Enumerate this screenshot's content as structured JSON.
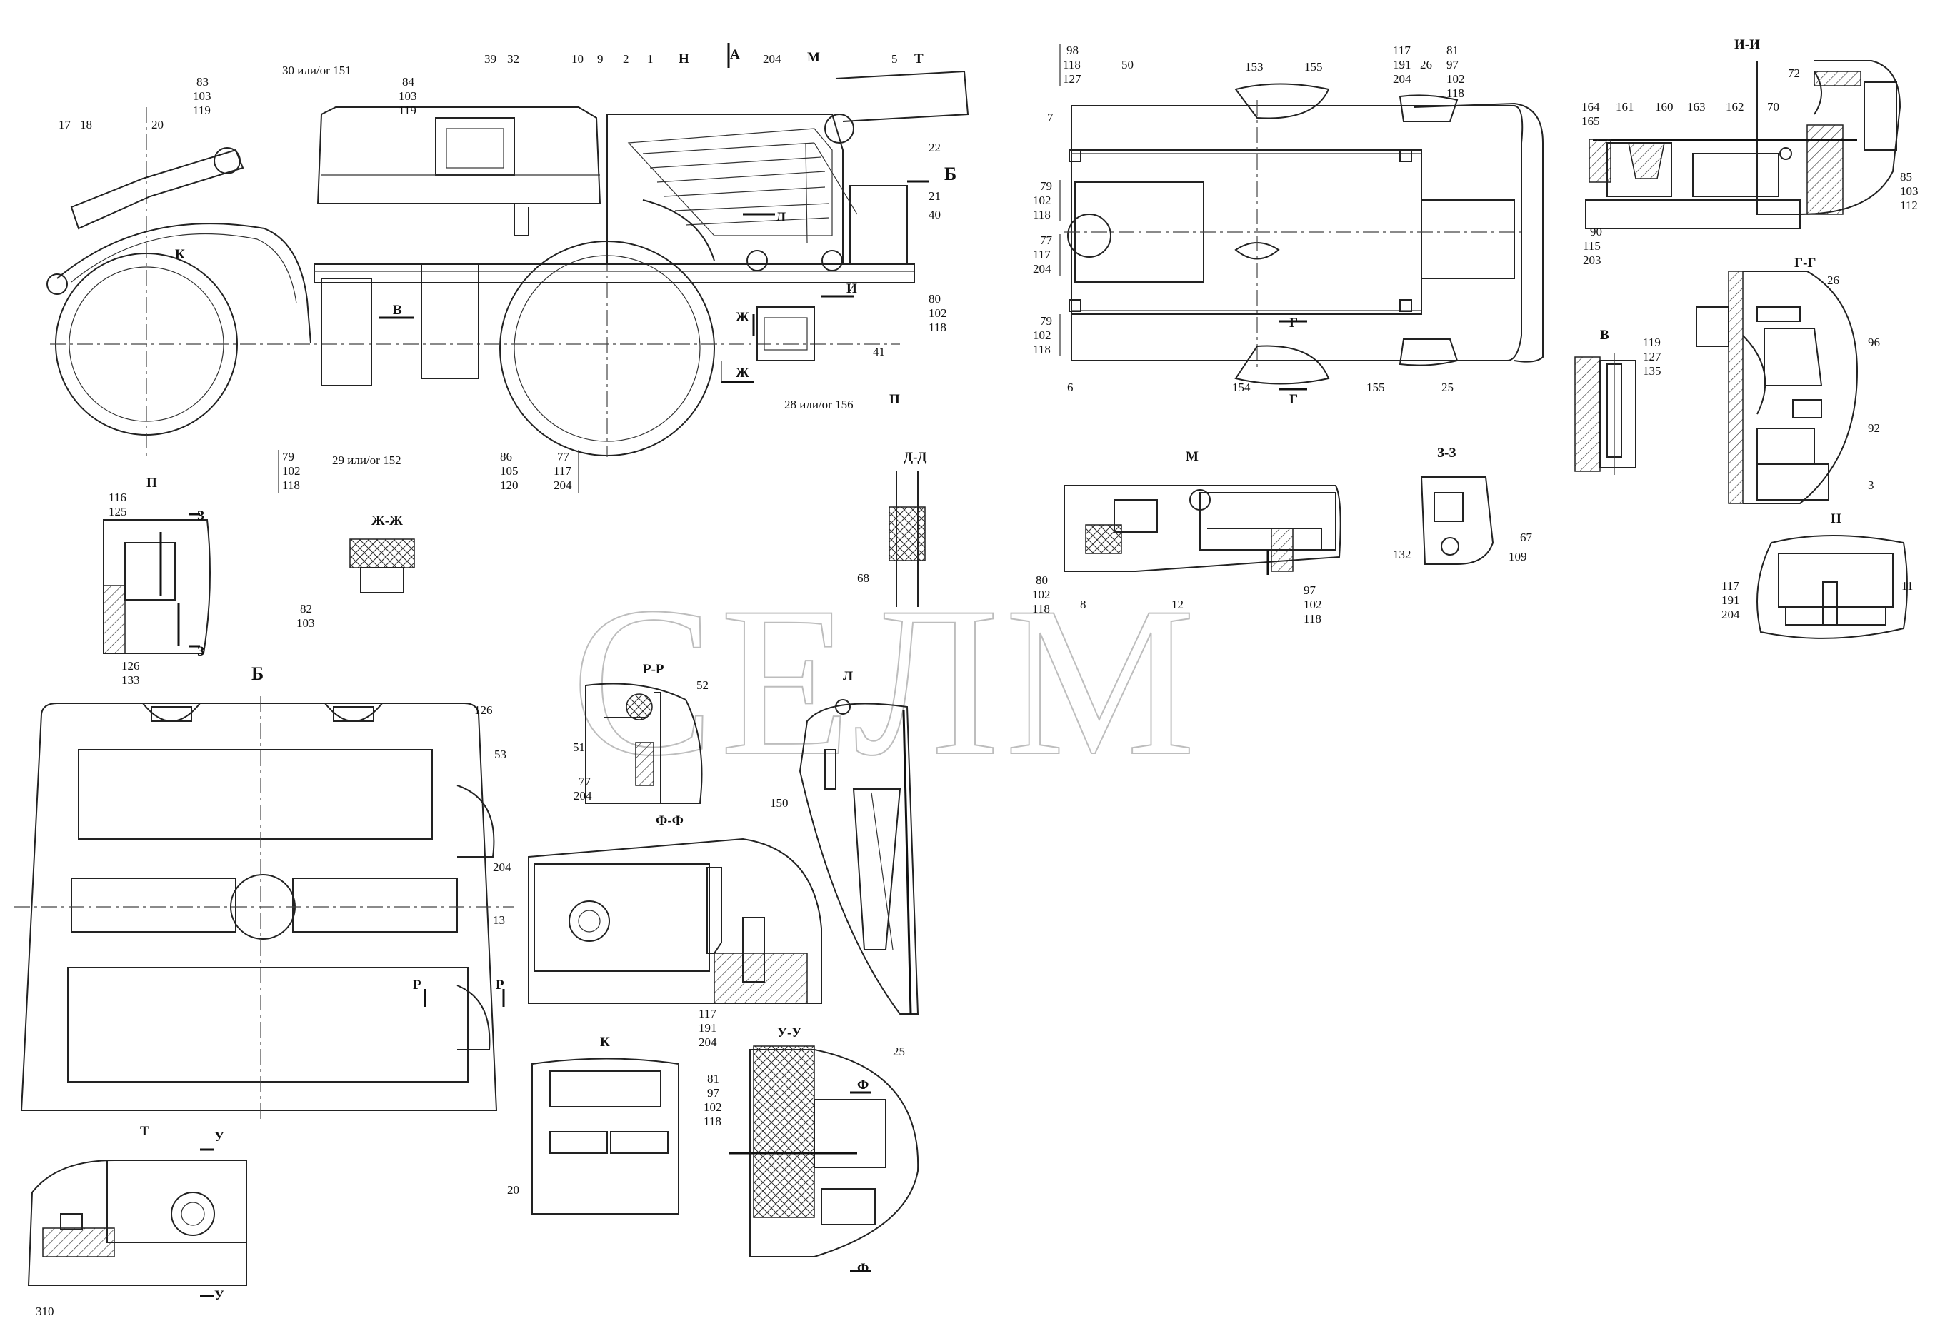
{
  "watermark": "СЕЛМ",
  "page_number": "310",
  "view_titles": {
    "A": "А",
    "B_arrow": "Б",
    "V_arrow": "В",
    "K_arrow": "К",
    "N": "Н",
    "M": "М",
    "T": "Т",
    "L": "Л",
    "I": "И",
    "Zh": "Ж",
    "II": "И-И",
    "GG": "Г-Г",
    "G": "Г",
    "V": "В",
    "P": "П",
    "ZhZh": "Ж-Ж",
    "DD": "Д-Д",
    "M_view": "М",
    "ZZ": "З-З",
    "N_view": "Н",
    "Z": "З",
    "B_view": "Б",
    "RR": "Р-Р",
    "R": "Р",
    "FF": "Ф-Ф",
    "F": "Ф",
    "L_view": "Л",
    "K_view": "К",
    "UU": "У-У",
    "T_view": "Т",
    "U": "У"
  },
  "labels": {
    "l17": "17",
    "l18": "18",
    "l20": "20",
    "l83": "83",
    "l103a": "103",
    "l119a": "119",
    "l30": "30 или/or 151",
    "l84": "84",
    "l103b": "103",
    "l119b": "119",
    "l39": "39",
    "l32": "32",
    "l10": "10",
    "l9": "9",
    "l2": "2",
    "l1": "1",
    "l204a": "204",
    "l5": "5",
    "l22": "22",
    "l21": "21",
    "l40": "40",
    "l80a": "80",
    "l102a": "102",
    "l118a": "118",
    "l41": "41",
    "l28": "28 или/or 156",
    "l79a": "79",
    "l102b": "102",
    "l118b": "118",
    "l29": "29 или/or 152",
    "l86": "86",
    "l105": "105",
    "l120": "120",
    "l77a": "77",
    "l117a": "117",
    "l204b": "204",
    "l98": "98",
    "l118c": "118",
    "l127a": "127",
    "l50": "50",
    "l153": "153",
    "l155a": "155",
    "l117b": "117",
    "l191a": "191",
    "l204c": "204",
    "l26a": "26",
    "l81a": "81",
    "l97a": "97",
    "l102c": "102",
    "l118d": "118",
    "l7": "7",
    "l79b": "79",
    "l102d": "102",
    "l118e": "118",
    "l77b": "77",
    "l117c": "117",
    "l204d": "204",
    "l79c": "79",
    "l102e": "102",
    "l118f": "118",
    "l6": "6",
    "l154": "154",
    "l155b": "155",
    "l25a": "25",
    "l72": "72",
    "l164": "164",
    "l165": "165",
    "l161": "161",
    "l160": "160",
    "l163": "163",
    "l162": "162",
    "l70": "70",
    "l90": "90",
    "l115": "115",
    "l203": "203",
    "l85": "85",
    "l103c": "103",
    "l112": "112",
    "l26b": "26",
    "l96": "96",
    "l92": "92",
    "l3": "3",
    "l119c": "119",
    "l127b": "127",
    "l135": "135",
    "l116": "116",
    "l125": "125",
    "l82": "82",
    "l103d": "103",
    "l68": "68",
    "l80b": "80",
    "l102f": "102",
    "l118g": "118",
    "l8": "8",
    "l12": "12",
    "l97b": "97",
    "l102g": "102",
    "l118h": "118",
    "l67": "67",
    "l132": "132",
    "l109": "109",
    "l117d": "117",
    "l191b": "191",
    "l204e": "204",
    "l11": "11",
    "l126a": "126",
    "l133": "133",
    "l126b": "126",
    "l53": "53",
    "l204f": "204",
    "l13": "13",
    "l52": "52",
    "l51": "51",
    "l77c": "77",
    "l204g": "204",
    "l150": "150",
    "l117e": "117",
    "l191c": "191",
    "l204h": "204",
    "l20b": "20",
    "l81b": "81",
    "l97c": "97",
    "l102h": "102",
    "l118i": "118",
    "l25b": "25"
  },
  "colors": {
    "ink": "#222222",
    "watermark": "#bdbdbd"
  }
}
